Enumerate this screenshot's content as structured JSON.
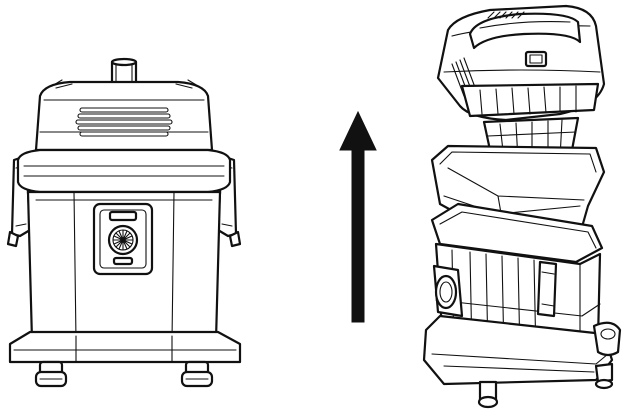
{
  "figure": {
    "panels": [
      {
        "id": "assembled",
        "description_icon": "vacuum-cleaner-assembled-icon"
      },
      {
        "id": "arrow",
        "description_icon": "arrow-up-icon"
      },
      {
        "id": "exploded",
        "description_icon": "vacuum-cleaner-exploded-icon"
      }
    ],
    "colors": {
      "line": "#111111",
      "background": "#ffffff",
      "arrow": "#000000"
    }
  }
}
